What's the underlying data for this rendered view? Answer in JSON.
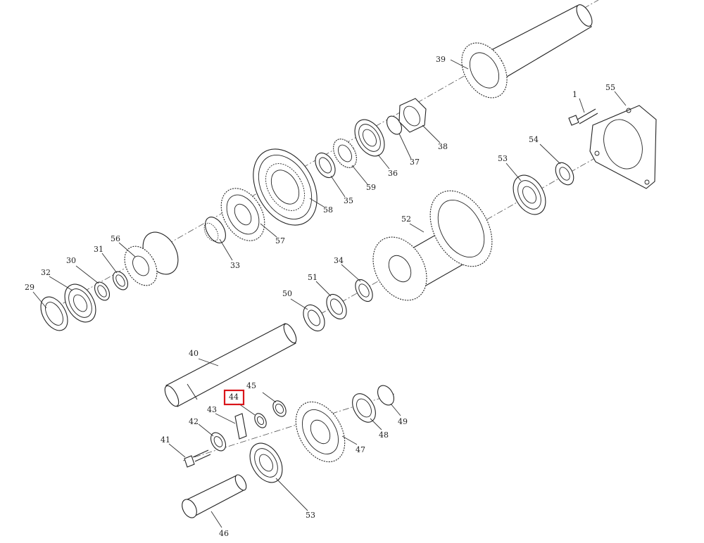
{
  "highlight_color": "#d9151a",
  "highlighted_label": "44",
  "labels": {
    "l1": "1",
    "l29": "29",
    "l30": "30",
    "l31": "31",
    "l32": "32",
    "l33": "33",
    "l34": "34",
    "l35": "35",
    "l36": "36",
    "l37": "37",
    "l38": "38",
    "l39": "39",
    "l40": "40",
    "l41": "41",
    "l42": "42",
    "l43": "43",
    "l44": "44",
    "l45": "45",
    "l46": "46",
    "l47": "47",
    "l48": "48",
    "l49": "49",
    "l50": "50",
    "l51": "51",
    "l52": "52",
    "l53a": "53",
    "l53b": "53",
    "l54": "54",
    "l55": "55",
    "l56": "56",
    "l57": "57",
    "l58": "58",
    "l59": "59"
  }
}
